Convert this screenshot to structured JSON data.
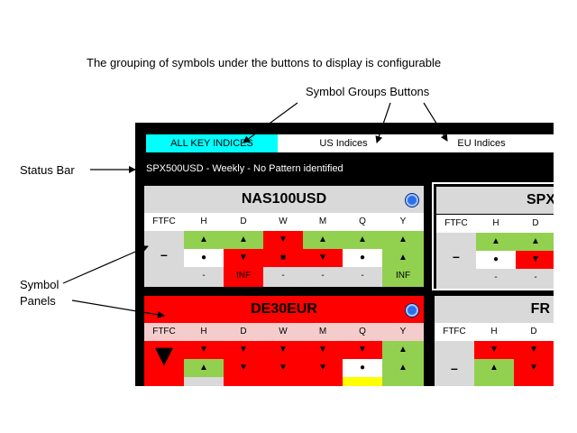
{
  "annotations": {
    "title": "The grouping of symbols under the buttons to display is configurable",
    "symbol_groups": "Symbol Groups Buttons",
    "status_bar": "Status Bar",
    "symbol_panels_line1": "Symbol",
    "symbol_panels_line2": "Panels"
  },
  "groups": {
    "all": "ALL KEY INDICES",
    "us": "US Indices",
    "eu": "EU Indices"
  },
  "status": "SPX500USD - Weekly - No Pattern identified",
  "columns": [
    "FTFC",
    "H",
    "D",
    "W",
    "M",
    "Q",
    "Y"
  ],
  "panels": {
    "nas": {
      "symbol": "NAS100USD",
      "ftfc": "–",
      "row1": [
        "▲",
        "▲",
        "▼",
        "▲",
        "▲",
        "▲"
      ],
      "row2": [
        "●",
        "▼",
        "■",
        "▼",
        "●",
        "▲"
      ],
      "row3": [
        "-",
        "INF",
        "-",
        "-",
        "-",
        "INF"
      ]
    },
    "spx": {
      "symbol": "SPX",
      "ftfc": "–",
      "row1": [
        "▲",
        "▲"
      ],
      "row2": [
        "●",
        "▼"
      ],
      "row3": [
        "-",
        "-"
      ]
    },
    "de": {
      "symbol": "DE30EUR",
      "ftfc_arrow": "▼",
      "row1": [
        "▼",
        "▼",
        "▼",
        "▼",
        "▼",
        "▲"
      ],
      "row2": [
        "▲",
        "▼",
        "▼",
        "▼",
        "●",
        "▲"
      ]
    },
    "fr": {
      "symbol": "FR",
      "ftfc": "–",
      "row1": [
        "▼",
        "▼"
      ],
      "row2": [
        "▲",
        "▼"
      ]
    }
  },
  "colors": {
    "active_button": "#00ffff",
    "bull": "#92d050",
    "bear": "#ff0000",
    "neutral": "#ffffff",
    "header_gray": "#d9d9d9"
  }
}
